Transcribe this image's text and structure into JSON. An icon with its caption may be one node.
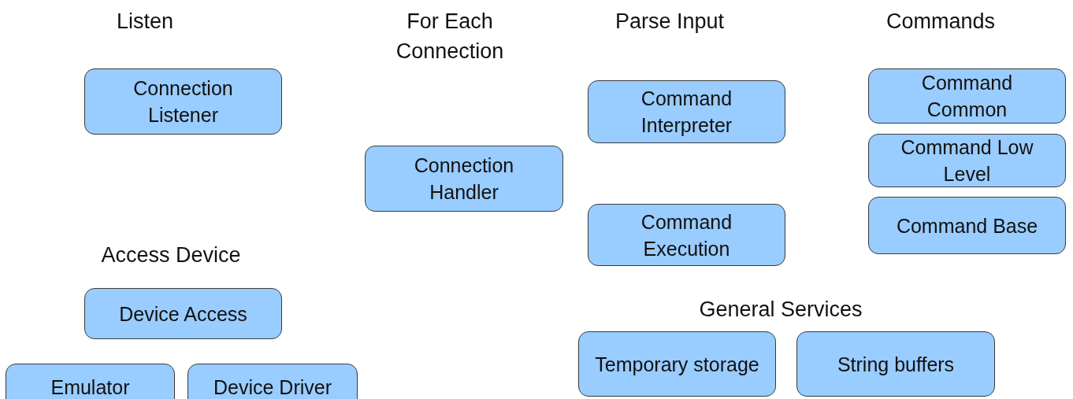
{
  "diagram": {
    "nodes": [
      {
        "text": [
          "Connection Listener"
        ]
      },
      {
        "text": [
          "Connection Handler"
        ]
      },
      {
        "text": [
          "Command Interpreter"
        ]
      },
      {
        "text": [
          "Command Execution"
        ]
      },
      {
        "text": [
          "Command Common"
        ]
      },
      {
        "text": [
          "Command Low Level"
        ]
      },
      {
        "text": [
          "Command Base"
        ]
      },
      {
        "text": [
          "Device Access"
        ]
      },
      {
        "text": [
          "Emulator"
        ]
      },
      {
        "text": [
          "Device Driver"
        ]
      },
      {
        "text": [
          "Temporary storage"
        ]
      },
      {
        "text": [
          "String buffers"
        ]
      }
    ],
    "labels": [
      "Listen",
      "For Each Connection",
      "Parse Input",
      "Commands",
      "Access Device",
      "General Services"
    ]
  }
}
